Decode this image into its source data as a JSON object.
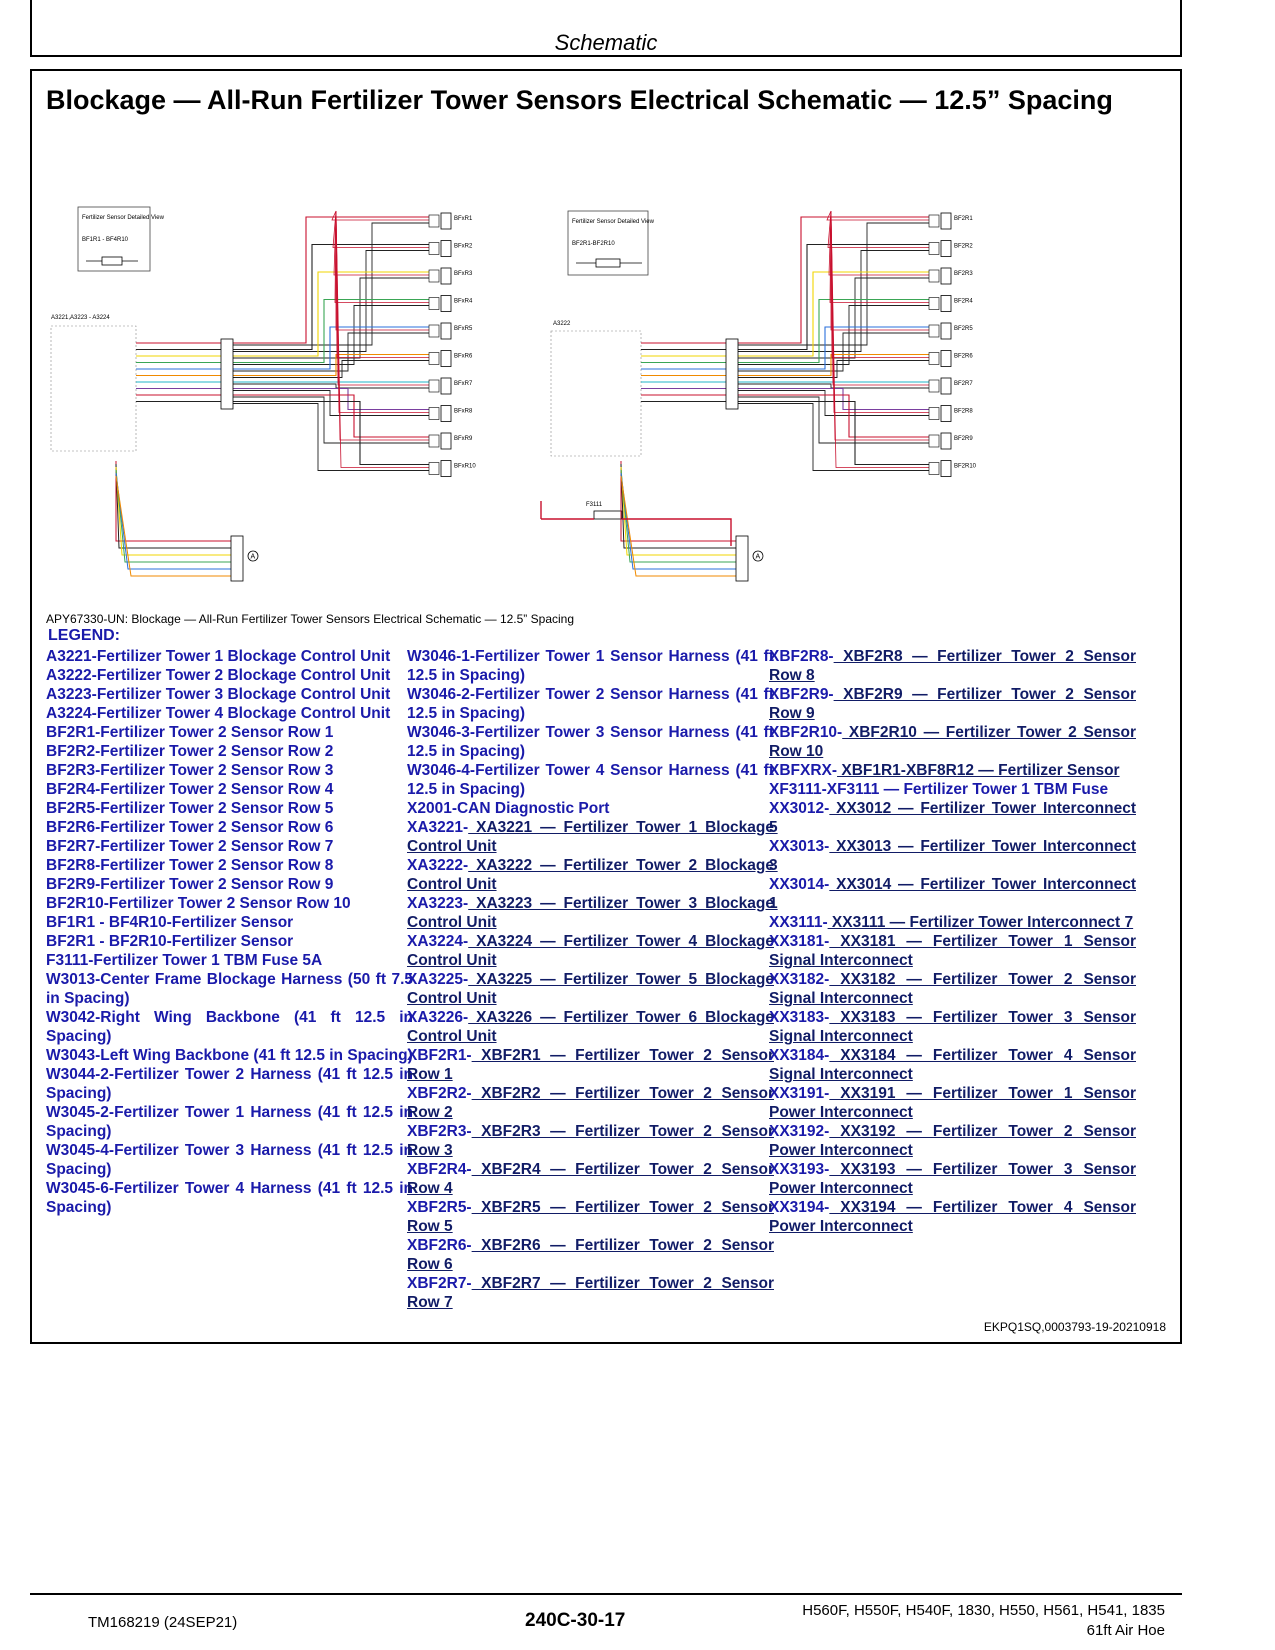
{
  "header": {
    "title": "Schematic"
  },
  "main": {
    "title": "Blockage — All-Run Fertilizer Tower Sensors Electrical Schematic — 12.5” Spacing",
    "caption": "APY67330-UN: Blockage — All-Run Fertilizer Tower Sensors Electrical Schematic — 12.5” Spacing",
    "schematic": {
      "left_detail_title": "Fertilizer Sensor Detailed View",
      "left_detail_sub": "BF1R1 - BF4R10",
      "left_unit_label": "A3221,A3223 - A3224",
      "right_detail_title": "Fertilizer Sensor Detailed View",
      "right_detail_sub": "BF2R1-BF2R10",
      "right_unit_label": "A3222",
      "fuse_label": "F3111",
      "left_sensors": [
        "BFxR1",
        "BFxR2",
        "BFxR3",
        "BFxR4",
        "BFxR5",
        "BFxR6",
        "BFxR7",
        "BFxR8",
        "BFxR9",
        "BFxR10"
      ],
      "right_sensors": [
        "BF2R1",
        "BF2R2",
        "BF2R3",
        "BF2R4",
        "BF2R5",
        "BF2R6",
        "BF2R7",
        "BF2R8",
        "BF2R9",
        "BF2R10"
      ],
      "connector_marker": "A"
    },
    "legend_title": "LEGEND:",
    "legend_col1": [
      {
        "code": "A3221-",
        "text": "Fertilizer Tower 1 Blockage Control Unit"
      },
      {
        "code": "A3222-",
        "text": "Fertilizer Tower 2 Blockage Control Unit"
      },
      {
        "code": "A3223-",
        "text": "Fertilizer Tower 3 Blockage Control Unit"
      },
      {
        "code": "A3224-",
        "text": "Fertilizer Tower 4 Blockage Control Unit"
      },
      {
        "code": "BF2R1-",
        "text": "Fertilizer Tower 2 Sensor Row 1"
      },
      {
        "code": "BF2R2-",
        "text": "Fertilizer Tower 2 Sensor Row 2"
      },
      {
        "code": "BF2R3-",
        "text": "Fertilizer Tower 2 Sensor Row 3"
      },
      {
        "code": "BF2R4-",
        "text": "Fertilizer Tower 2 Sensor Row 4"
      },
      {
        "code": "BF2R5-",
        "text": "Fertilizer Tower 2 Sensor Row 5"
      },
      {
        "code": "BF2R6-",
        "text": "Fertilizer Tower 2 Sensor Row 6"
      },
      {
        "code": "BF2R7-",
        "text": "Fertilizer Tower 2 Sensor Row 7"
      },
      {
        "code": "BF2R8-",
        "text": "Fertilizer Tower 2 Sensor Row 8"
      },
      {
        "code": "BF2R9-",
        "text": "Fertilizer Tower 2 Sensor Row 9"
      },
      {
        "code": "BF2R10-",
        "text": "Fertilizer Tower 2 Sensor Row 10"
      },
      {
        "code": "BF1R1 - BF4R10-",
        "text": "Fertilizer Sensor"
      },
      {
        "code": "BF2R1 - BF2R10-",
        "text": "Fertilizer Sensor"
      },
      {
        "code": "F3111-",
        "text": "Fertilizer Tower 1 TBM Fuse 5A"
      },
      {
        "code": "W3013-",
        "text": "Center Frame Blockage Harness (50 ft 7.5 in Spacing)"
      },
      {
        "code": "W3042-",
        "text": "Right Wing Backbone (41 ft 12.5 in Spacing)"
      },
      {
        "code": "W3043-",
        "text": "Left Wing Backbone (41 ft 12.5 in Spacing)"
      },
      {
        "code": "W3044-2-",
        "text": "Fertilizer Tower 2 Harness (41 ft 12.5 in Spacing)"
      },
      {
        "code": "W3045-2-",
        "text": "Fertilizer Tower 1 Harness (41 ft 12.5 in Spacing)"
      },
      {
        "code": "W3045-4-",
        "text": "Fertilizer Tower 3 Harness (41 ft 12.5 in Spacing)"
      },
      {
        "code": "W3045-6-",
        "text": "Fertilizer Tower 4 Harness (41 ft 12.5 in Spacing)"
      }
    ],
    "legend_col2": [
      {
        "code": "W3046-1-",
        "text": "Fertilizer Tower 1 Sensor Harness (41 ft 12.5 in Spacing)"
      },
      {
        "code": "W3046-2-",
        "text": "Fertilizer Tower 2 Sensor Harness (41 ft 12.5 in Spacing)"
      },
      {
        "code": "W3046-3-",
        "text": "Fertilizer Tower 3 Sensor Harness (41 ft 12.5 in Spacing)"
      },
      {
        "code": "W3046-4-",
        "text": "Fertilizer Tower 4 Sensor Harness (41 ft 12.5 in Spacing)"
      },
      {
        "code": "X2001-",
        "text": "CAN Diagnostic Port"
      },
      {
        "code": "XA3221-",
        "link": " XA3221 — Fertilizer Tower 1 Blockage Control Unit"
      },
      {
        "code": "XA3222-",
        "link": " XA3222 — Fertilizer Tower 2 Blockage Control Unit"
      },
      {
        "code": "XA3223-",
        "link": " XA3223 — Fertilizer Tower 3 Blockage Control Unit"
      },
      {
        "code": "XA3224-",
        "link": " XA3224 — Fertilizer Tower 4 Blockage Control Unit"
      },
      {
        "code": "XA3225-",
        "link": " XA3225 — Fertilizer Tower 5 Blockage Control Unit"
      },
      {
        "code": "XA3226-",
        "link": " XA3226 — Fertilizer Tower 6 Blockage Control Unit"
      },
      {
        "code": "XBF2R1-",
        "link": " XBF2R1 — Fertilizer Tower 2 Sensor Row 1"
      },
      {
        "code": "XBF2R2-",
        "link": " XBF2R2 — Fertilizer Tower 2 Sensor Row 2"
      },
      {
        "code": "XBF2R3-",
        "link": " XBF2R3 — Fertilizer Tower 2 Sensor Row 3"
      },
      {
        "code": "XBF2R4-",
        "link": " XBF2R4 — Fertilizer Tower 2 Sensor Row 4"
      },
      {
        "code": "XBF2R5-",
        "link": " XBF2R5 — Fertilizer Tower 2 Sensor Row 5"
      },
      {
        "code": "XBF2R6-",
        "link": " XBF2R6 — Fertilizer Tower 2 Sensor Row 6"
      },
      {
        "code": "XBF2R7-",
        "link": " XBF2R7 — Fertilizer Tower 2 Sensor Row 7"
      }
    ],
    "legend_col3": [
      {
        "code": "XBF2R8-",
        "link": " XBF2R8 — Fertilizer Tower 2 Sensor Row 8"
      },
      {
        "code": "XBF2R9-",
        "link": " XBF2R9 — Fertilizer Tower 2 Sensor Row 9"
      },
      {
        "code": "XBF2R10-",
        "link": " XBF2R10 — Fertilizer Tower 2 Sensor Row 10"
      },
      {
        "code": "XBFXRX-",
        "link": " XBF1R1-XBF8R12 — Fertilizer Sensor"
      },
      {
        "code": "XF3111-",
        "text": "XF3111 — Fertilizer Tower 1 TBM Fuse"
      },
      {
        "code": "XX3012-",
        "link": " XX3012 — Fertilizer Tower Interconnect 5"
      },
      {
        "code": "XX3013-",
        "link": " XX3013 — Fertilizer Tower Interconnect 3"
      },
      {
        "code": "XX3014-",
        "link": " XX3014 — Fertilizer Tower Interconnect 1"
      },
      {
        "code": "XX3111-",
        "link": " XX3111 — Fertilizer Tower Interconnect 7"
      },
      {
        "code": "XX3181-",
        "link": " XX3181 — Fertilizer Tower 1 Sensor Signal Interconnect"
      },
      {
        "code": "XX3182-",
        "link": " XX3182 — Fertilizer Tower 2 Sensor Signal Interconnect"
      },
      {
        "code": "XX3183-",
        "link": " XX3183 — Fertilizer Tower 3 Sensor Signal Interconnect"
      },
      {
        "code": "XX3184-",
        "link": " XX3184 — Fertilizer Tower 4 Sensor Signal Interconnect"
      },
      {
        "code": "XX3191-",
        "link": " XX3191 — Fertilizer Tower 1 Sensor Power Interconnect"
      },
      {
        "code": "XX3192-",
        "link": " XX3192 — Fertilizer Tower 2 Sensor Power Interconnect"
      },
      {
        "code": "XX3193-",
        "link": " XX3193 — Fertilizer Tower 3 Sensor Power Interconnect"
      },
      {
        "code": "XX3194-",
        "link": " XX3194 — Fertilizer Tower 4 Sensor Power Interconnect"
      }
    ],
    "doc_id": "EKPQ1SQ,0003793-19-20210918"
  },
  "footer": {
    "manual": "TM168219 (24SEP21)",
    "page": "240C-30-17",
    "models": "H560F, H550F, H540F, 1830, H550, H561, H541, 1835",
    "machine": "61ft Air Hoe"
  },
  "colors": {
    "legend_text": "#1a1aaa",
    "link_text": "#111c66",
    "wire_red": "#c8102e",
    "wire_yellow": "#f2d600",
    "wire_green": "#3aa655",
    "wire_blue": "#2a6fdb",
    "wire_orange": "#f08a00",
    "wire_black": "#222222",
    "wire_cyan": "#22b5c9",
    "wire_purple": "#7a3fa0"
  }
}
